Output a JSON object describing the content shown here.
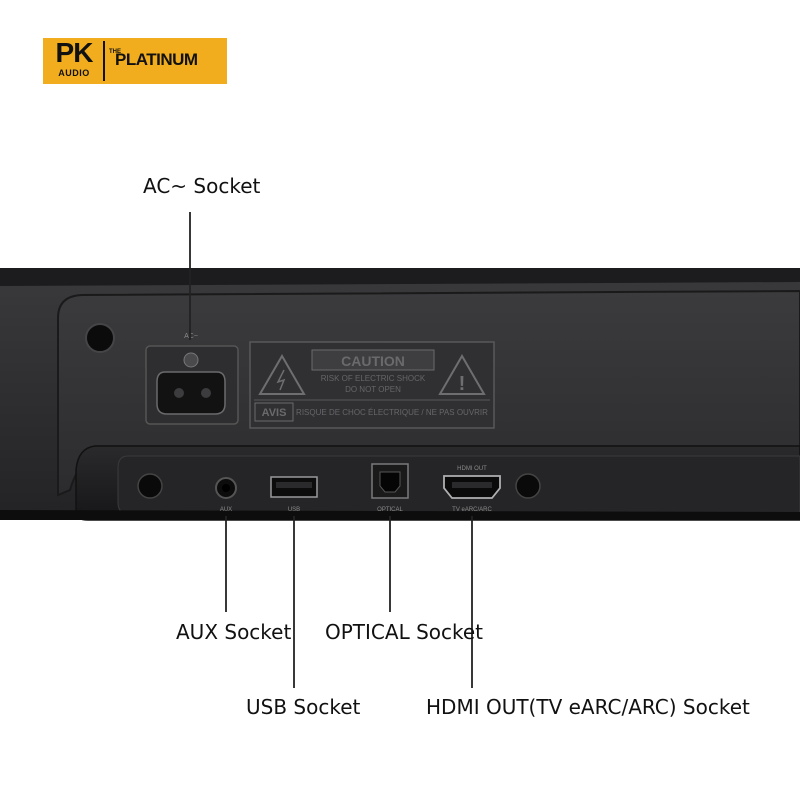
{
  "logo": {
    "brand": "PK",
    "sub": "AUDIO",
    "the": "THE",
    "product": "PLATINUM",
    "colors": {
      "background": "#f1ad1d",
      "text": "#111111"
    }
  },
  "callouts": {
    "ac": "AC~ Socket",
    "aux": "AUX Socket",
    "optical": "OPTICAL Socket",
    "usb": "USB Socket",
    "hdmi": "HDMI OUT(TV eARC/ARC) Socket"
  },
  "device": {
    "ac_mark": "AC~",
    "caution_title": "CAUTION",
    "caution_line1": "RISK OF ELECTRIC SHOCK",
    "caution_line2": "DO NOT OPEN",
    "avis_label": "AVIS",
    "avis_text": "RISQUE DE CHOC ÉLECTRIQUE / NE PAS OUVRIR",
    "aux_label": "AUX",
    "usb_label": "USB",
    "optical_label": "OPTICAL",
    "hdmi_top_label": "HDMI OUT",
    "hdmi_bottom_label": "TV eARC/ARC"
  },
  "colors": {
    "body": "#2b2b2d",
    "panel": "#333335",
    "base": "#1e1e20"
  }
}
